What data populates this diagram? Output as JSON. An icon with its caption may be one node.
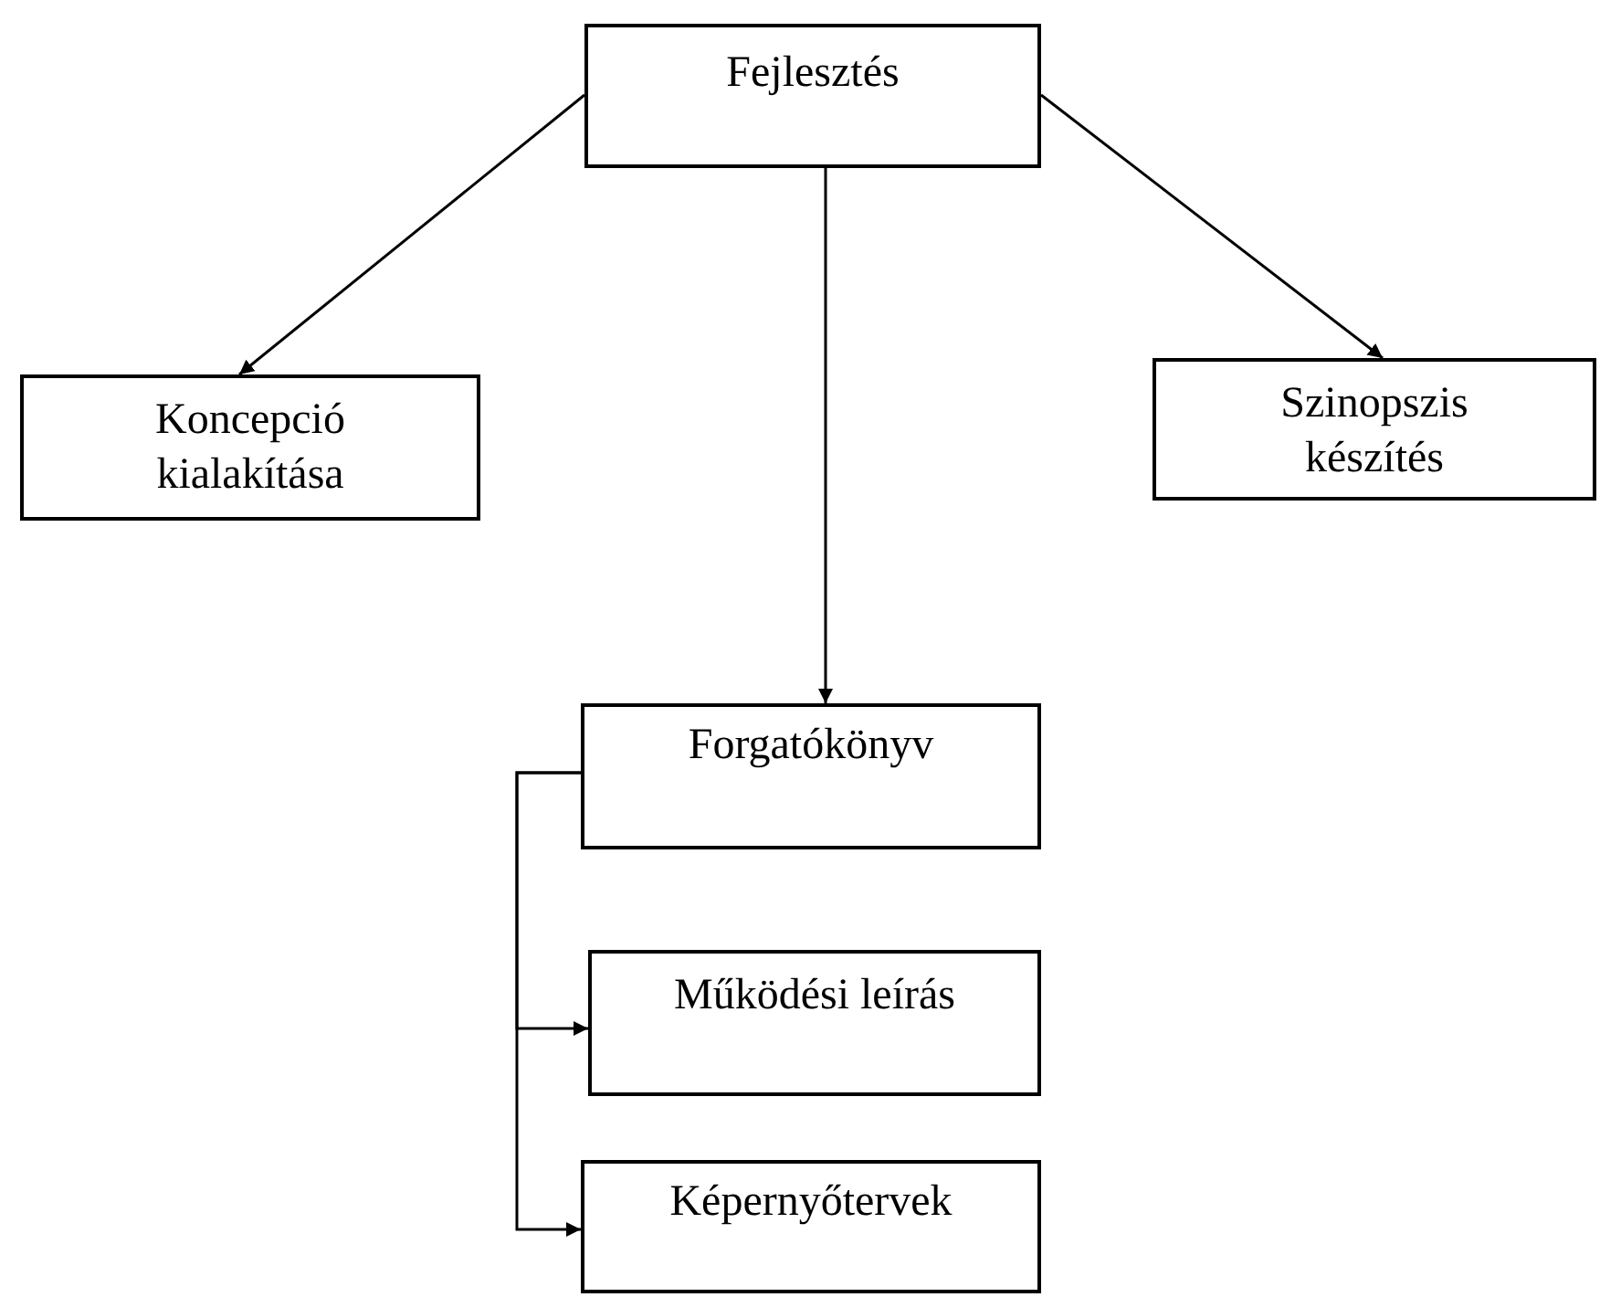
{
  "diagram": {
    "nodes": [
      {
        "text": [
          "Fejlesztés"
        ]
      },
      {
        "text": [
          "Koncepció kialakítása"
        ]
      },
      {
        "text": [
          "Szinopszis készítés"
        ]
      },
      {
        "text": [
          "Forgatókönyv"
        ]
      },
      {
        "text": [
          "Működési leírás"
        ]
      },
      {
        "text": [
          "Képernyőtervek"
        ]
      }
    ],
    "edges": [
      {
        "from": 0,
        "to": 1,
        "arrow": "to"
      },
      {
        "from": 0,
        "to": 2,
        "arrow": "to"
      },
      {
        "from": 0,
        "to": 3,
        "arrow": "to"
      },
      {
        "from": 3,
        "to": 4,
        "arrow": "to"
      },
      {
        "from": 3,
        "to": 5,
        "arrow": "to"
      }
    ]
  }
}
